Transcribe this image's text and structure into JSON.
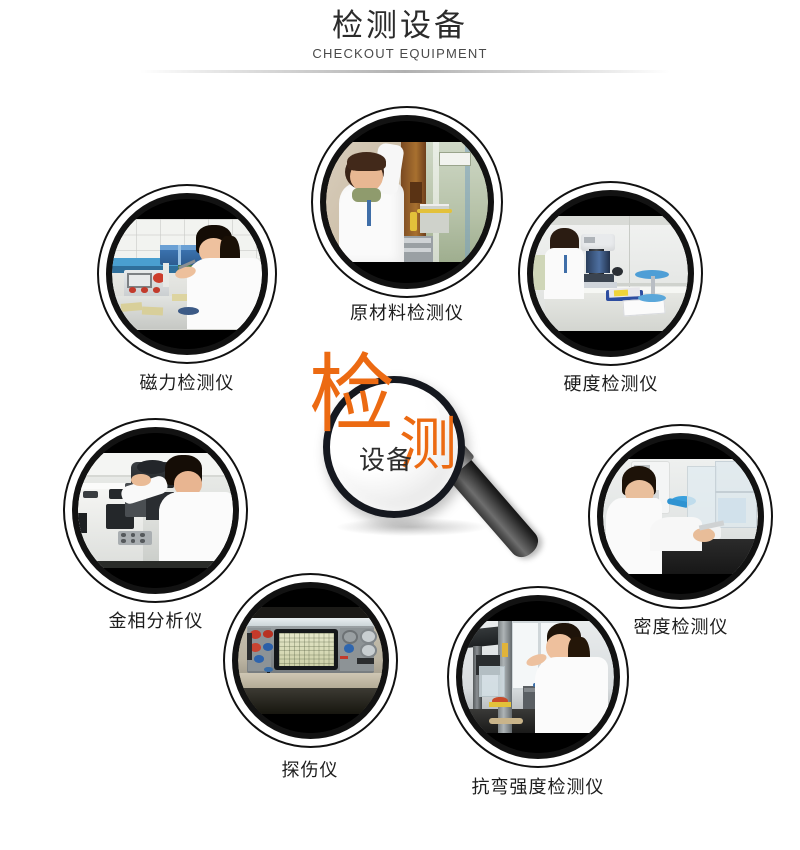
{
  "header": {
    "title_cn": "检测设备",
    "title_en": "CHECKOUT EQUIPMENT"
  },
  "center_badge": {
    "word_big": "检",
    "word_mid": "测",
    "word_small": "设备",
    "accent_color": "#ec6a12",
    "text_color": "#2d2d2d"
  },
  "nodes": [
    {
      "id": "raw-material-tester",
      "label": "原材料检测仪"
    },
    {
      "id": "hardness-tester",
      "label": "硬度检测仪"
    },
    {
      "id": "density-tester",
      "label": "密度检测仪"
    },
    {
      "id": "bending-strength-tester",
      "label": "抗弯强度检测仪"
    },
    {
      "id": "flaw-detector",
      "label": "探伤仪"
    },
    {
      "id": "metallographic-analyzer",
      "label": "金相分析仪"
    },
    {
      "id": "magnetic-force-tester",
      "label": "磁力检测仪"
    }
  ],
  "colors": {
    "ring": "#121212",
    "background": "#ffffff",
    "caption": "#1d1d1d",
    "divider": "#969696"
  }
}
